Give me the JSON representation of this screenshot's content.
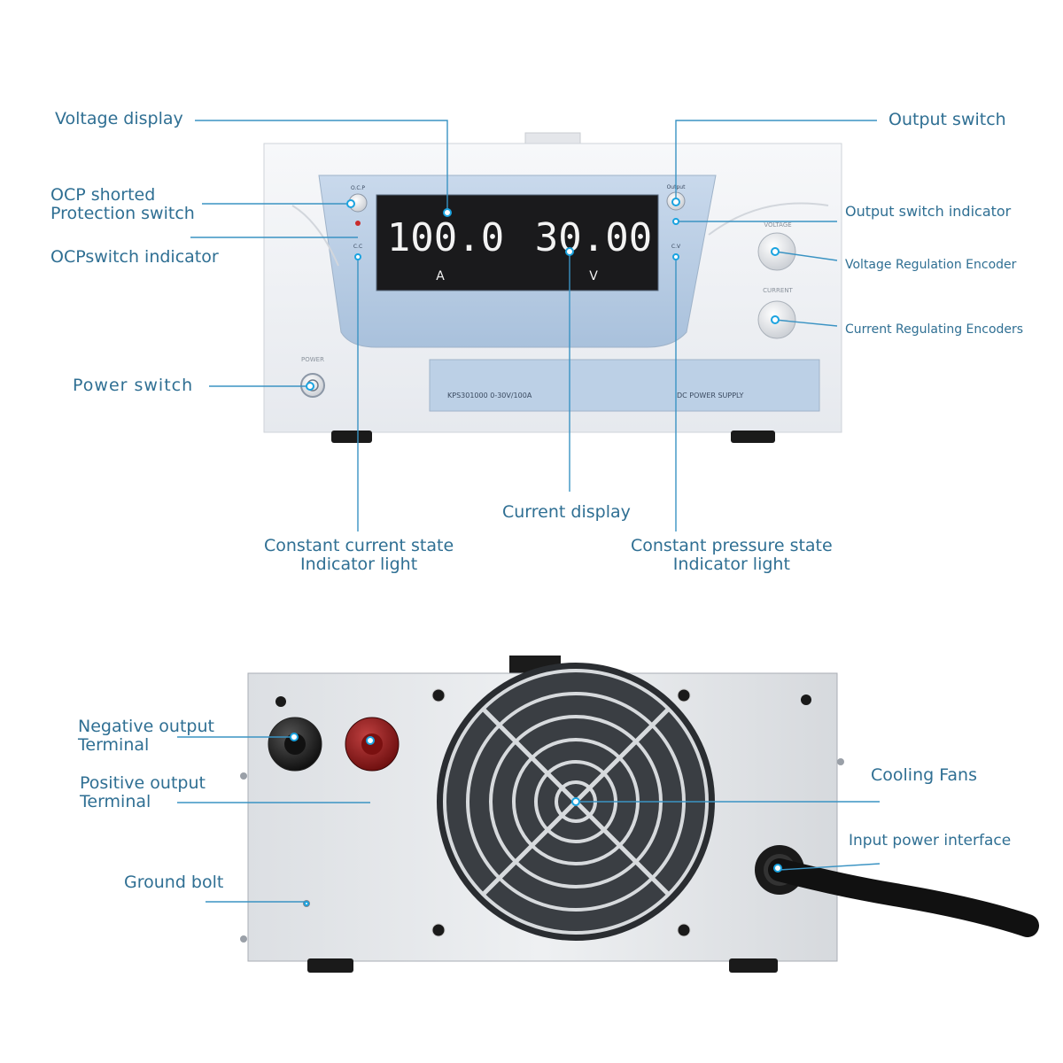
{
  "front_panel": {
    "labels": {
      "voltage_display": "Voltage display",
      "ocp_switch": "OCP shorted\nProtection switch",
      "ocp_indicator": "OCPswitch indicator",
      "power_switch": "Power switch",
      "constant_current": "Constant current state\nIndicator light",
      "current_display": "Current display",
      "constant_pressure": "Constant pressure state\nIndicator light",
      "output_switch": "Output switch",
      "output_indicator": "Output switch indicator",
      "voltage_encoder": "Voltage Regulation Encoder",
      "current_encoder": "Current Regulating Encoders"
    },
    "device": {
      "readout_left": "100.0",
      "readout_left_unit": "A",
      "readout_right": "30.00",
      "readout_right_unit": "V",
      "ocp_text": "O.C.P",
      "cc_text": "C.C",
      "output_text": "Output",
      "cv_text": "C.V",
      "voltage_knob_text": "VOLTAGE",
      "current_knob_text": "CURRENT",
      "power_text": "POWER",
      "model_text": "KPS301000   0-30V/100A",
      "supply_text": "DC  POWER  SUPPLY"
    }
  },
  "rear_panel": {
    "labels": {
      "negative_terminal": "Negative output\nTerminal",
      "positive_terminal": "Positive output\nTerminal",
      "ground_bolt": "Ground bolt",
      "cooling_fans": "Cooling Fans",
      "input_power": "Input power interface"
    }
  },
  "colors": {
    "label_text": "#2f6f93",
    "leader_line": "#3a93c3",
    "panel_blue": "#bcd0e6",
    "display_bg": "#1a1a1c",
    "terminal_red": "#8a1414"
  }
}
